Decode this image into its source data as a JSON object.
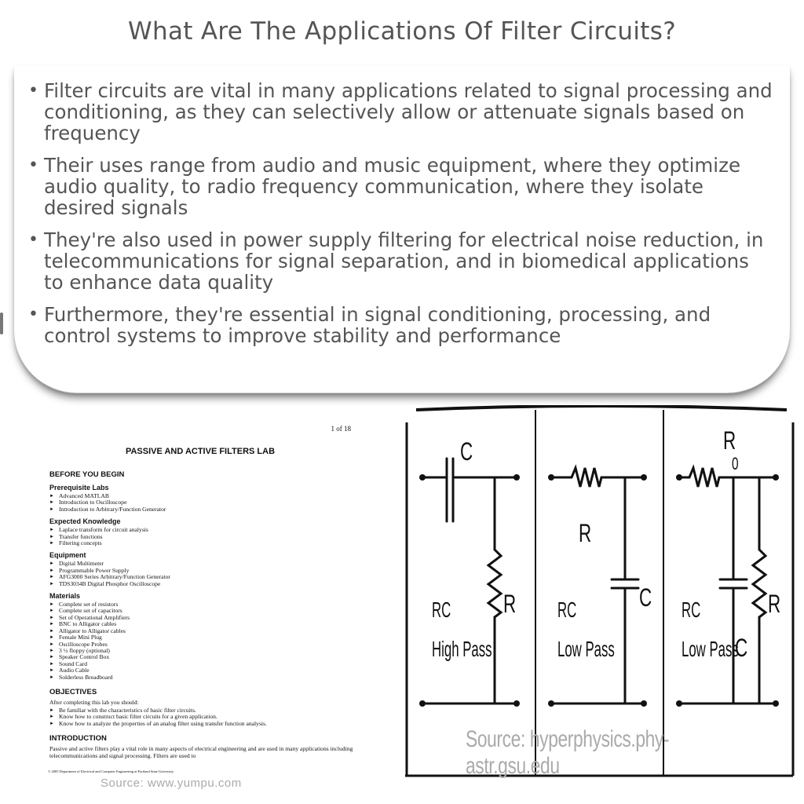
{
  "title": "What Are The Applications Of Filter Circuits?",
  "bullets": [
    "Filter circuits are vital in many applications related to signal processing and conditioning, as they can selectively allow or attenuate signals based on frequency",
    "Their uses range from audio and music equipment, where they optimize audio quality, to radio frequency communication, where they isolate desired signals",
    "They're also used in power supply filtering for electrical noise reduction, in telecommunications for signal separation, and in biomedical applications to enhance data quality",
    "Furthermore, they're essential in signal conditioning, processing, and control systems to improve stability and performance"
  ],
  "lab_doc": {
    "page": "1 of 18",
    "title": "PASSIVE AND ACTIVE FILTERS LAB",
    "before": "BEFORE YOU BEGIN",
    "prereq_heading": "Prerequisite Labs",
    "prereq": [
      "Advanced MATLAB",
      "Introduction to Oscilloscope",
      "Introduction to Arbitrary/Function Generator"
    ],
    "knowledge_heading": "Expected Knowledge",
    "knowledge": [
      "Laplace transform for circuit analysis",
      "Transfer functions",
      "Filtering concepts"
    ],
    "equipment_heading": "Equipment",
    "equipment": [
      "Digital Multimeter",
      "Programmable Power Supply",
      "AFG3000 Series Arbitrary/Function Generator",
      "TDS3034B Digital Phosphor Oscilloscope"
    ],
    "materials_heading": "Materials",
    "materials": [
      "Complete set of resistors",
      "Complete set of capacitors",
      "Set of Operational Amplifiers",
      "BNC to Alligator cables",
      "Alligator to Alligator cables",
      "Female Mini Plug",
      "Oscilloscope Probes",
      "3 ½ floppy (optional)",
      "Speaker Control Box",
      "Sound Card",
      "Audio Cable",
      "Solderless Breadboard"
    ],
    "objectives_heading": "OBJECTIVES",
    "objectives_intro": "After completing this lab you should:",
    "objectives": [
      "Be familiar with the characteristics of basic filter circuits.",
      "Know how to construct basic filter circuits for a given application.",
      "Know how to analyze the properties of an analog filter using transfer function analysis."
    ],
    "intro_heading": "INTRODUCTION",
    "intro_text": "Passive and active filters play a vital role in many aspects of electrical engineering and are used in many applications including telecommunications and signal processing. Filters are used to",
    "footer": "© 2005 Department of Electrical and Computer Engineering at Portland State University."
  },
  "source_left": "Source: www.yumpu.com",
  "circuits": {
    "panel1": {
      "cap": "C",
      "res": "R",
      "label1": "RC",
      "label2": "High Pass"
    },
    "panel2": {
      "res": "R",
      "cap": "C",
      "label1": "RC",
      "label2": "Low Pass"
    },
    "panel3": {
      "r0": "R",
      "r0_sub": "0",
      "res": "R",
      "cap": "C",
      "label1": "RC",
      "label2": "Low Pass"
    }
  },
  "source_right": "Source: hyperphysics.phy-astr.gsu.edu"
}
